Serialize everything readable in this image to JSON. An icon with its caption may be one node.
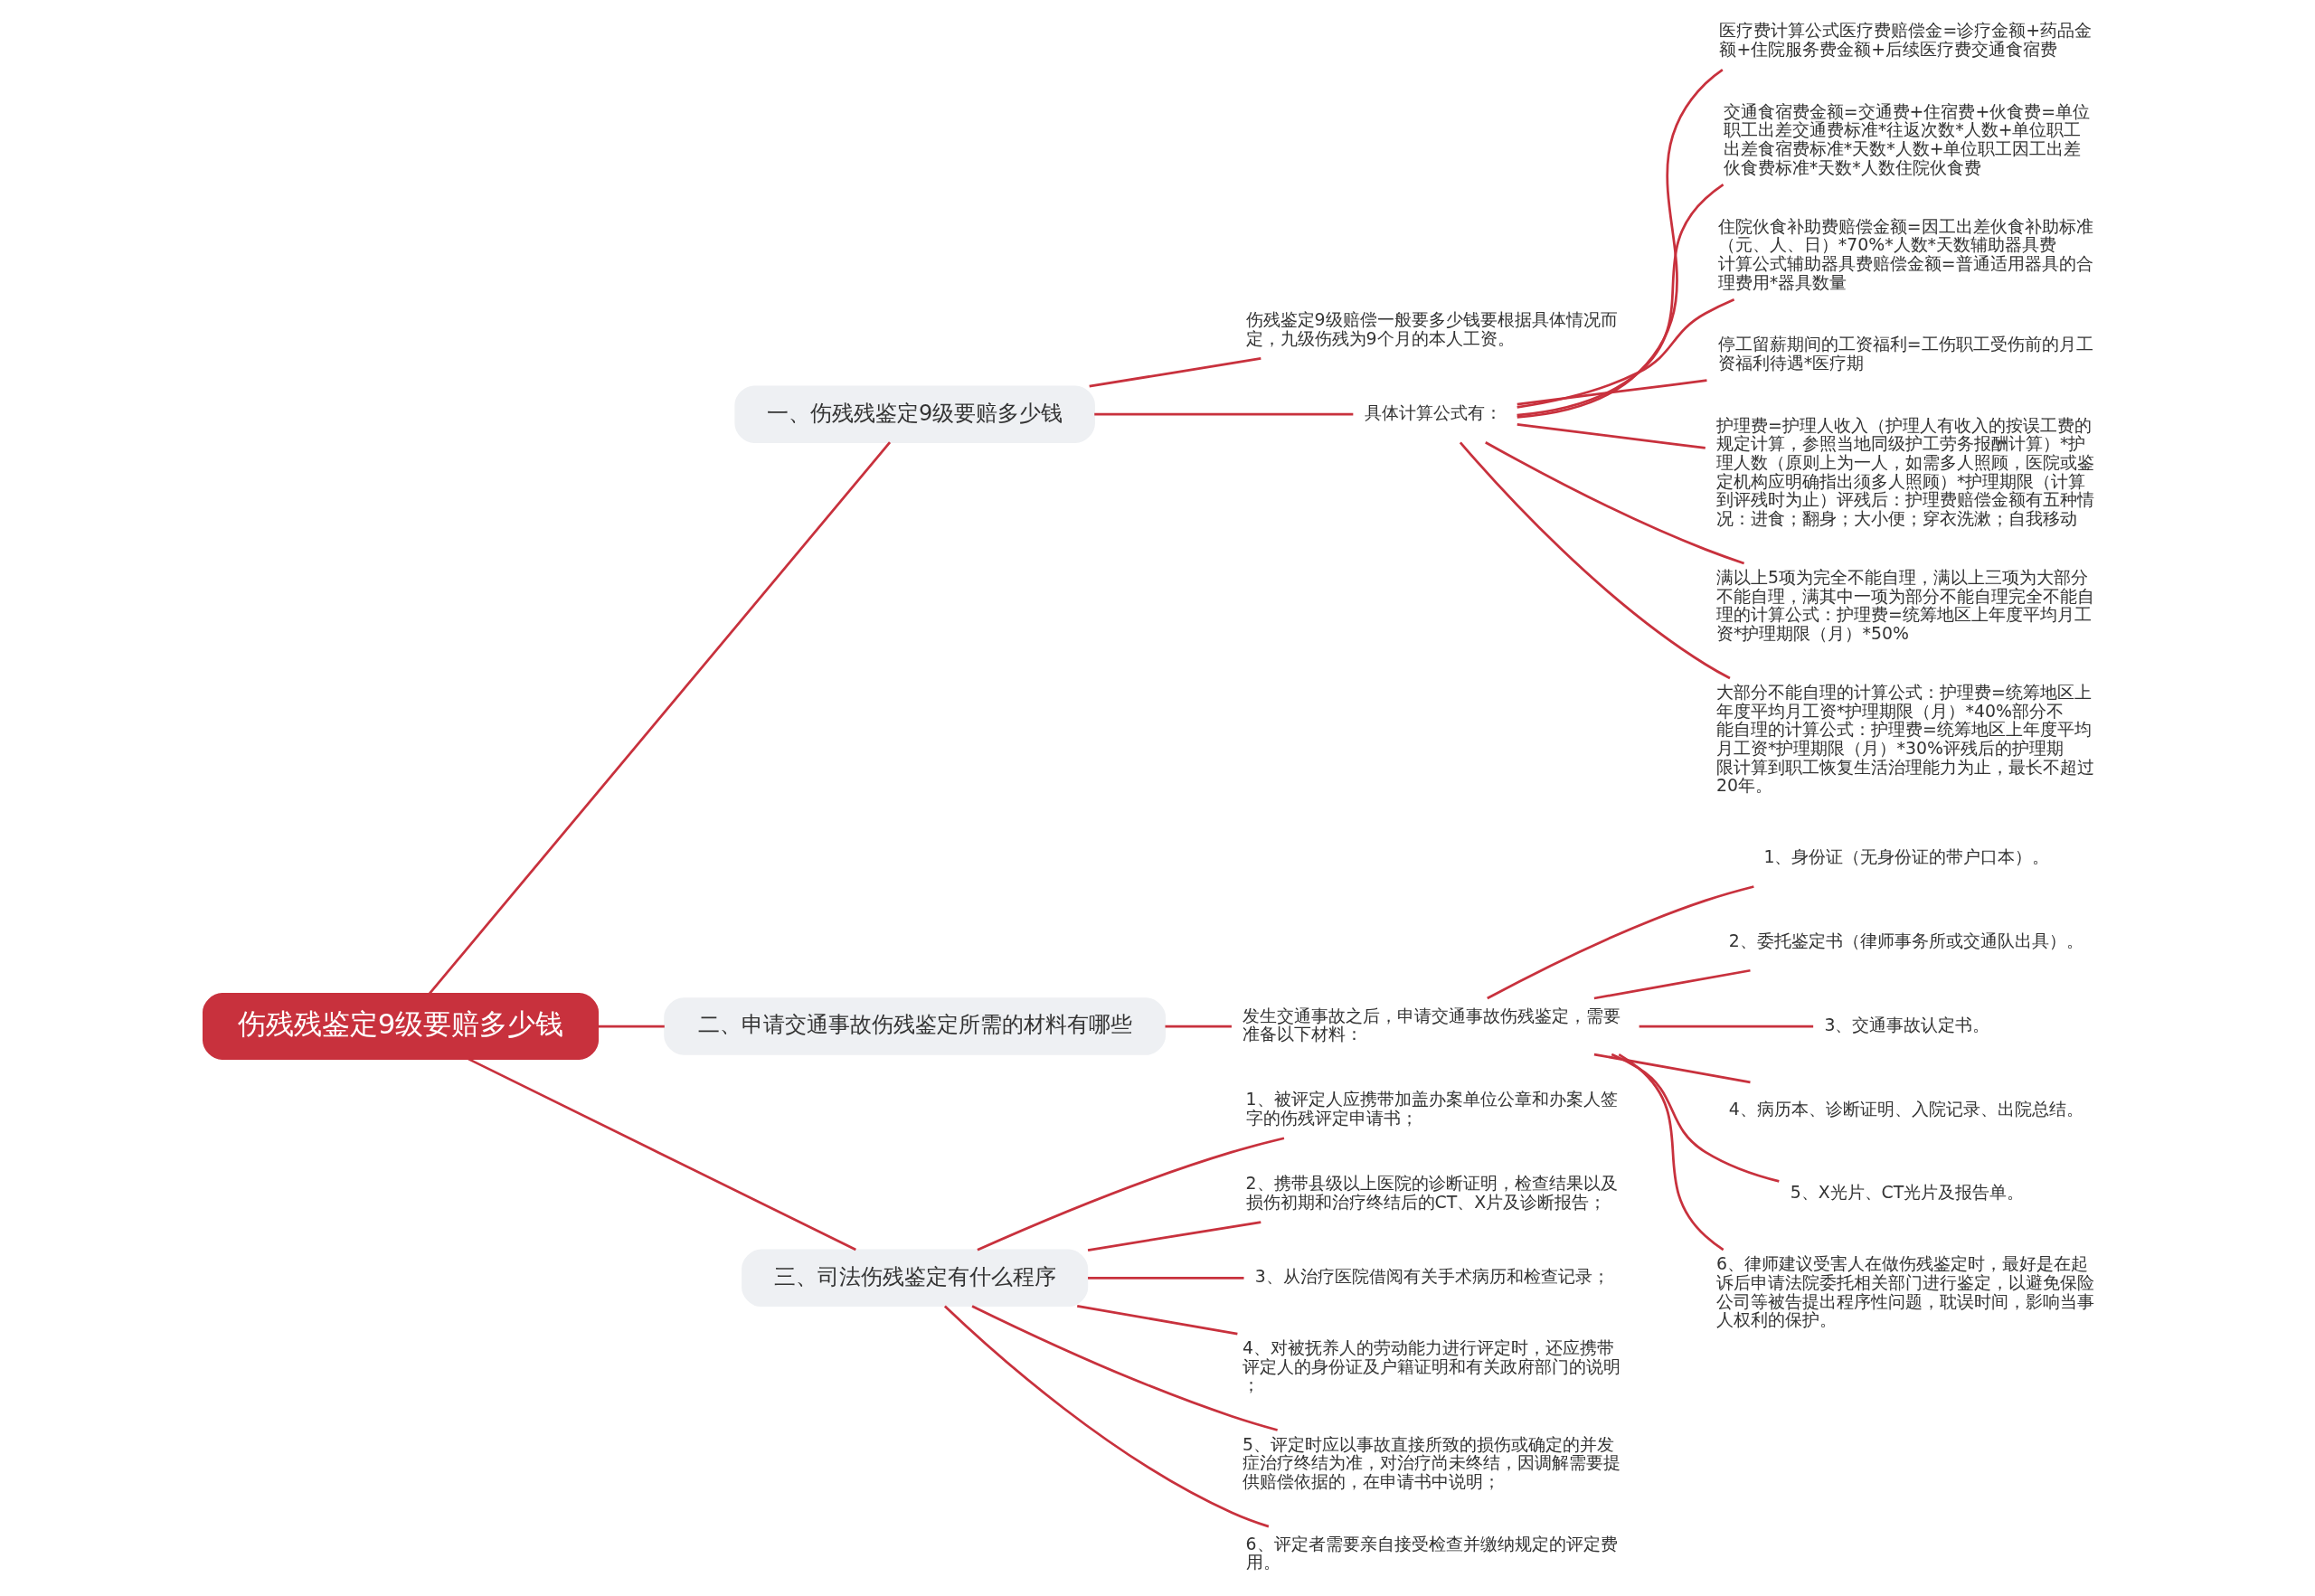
{
  "diagram": {
    "nodes": [
      {
        "text": [
          "伤残残鉴定9级要赔多少钱"
        ]
      },
      {
        "text": [
          "一、伤残残鉴定9级要赔多少钱"
        ]
      },
      {
        "text": [
          "伤残鉴定9级赔偿一般要多少钱要根据具体情况而定，九级伤残为9个月的本人工资。"
        ]
      },
      {
        "text": [
          "具体计算公式有："
        ]
      },
      {
        "text": [
          "医疗费计算公式医疗费赔偿金=诊疗金额+药品金额+住院服务费金额+后续医疗费交通食宿费"
        ]
      },
      {
        "text": [
          "交通食宿费金额=交通费+住宿费+伙食费=单位职工出差交通费标准*往返次数*人数+单位职工出差食宿费标准*天数*人数+单位职工因工出差伙食费标准*天数*人数住院伙食费"
        ]
      },
      {
        "text": [
          "住院伙食补助费赔偿金额=因工出差伙食补助标准（元、人、日）*70%*人数*天数辅助器具费计算公式辅助器具费赔偿金额=普通适用器具的合理费用*器具数量"
        ]
      },
      {
        "text": [
          "停工留薪期间的工资福利=工伤职工受伤前的月工资福利待遇*医疗期"
        ]
      },
      {
        "text": [
          "护理费=护理人收入（护理人有收入的按误工费的规定计算，参照当地同级护工劳务报酬计算）*护理人数（原则上为一人，如需多人照顾，医院或鉴定机构应明确指出须多人照顾）*护理期限（计算到评残时为止）评残后：护理费赔偿金额有五种情况：进食；翻身；大小便；穿衣洗漱；自我移动"
        ]
      },
      {
        "text": [
          "满以上5项为完全不能自理，满以上三项为大部分不能自理，满其中一项为部分不能自理完全不能自理的计算公式：护理费=统筹地区上年度平均月工资*护理期限（月）*50%"
        ]
      },
      {
        "text": [
          "大部分不能自理的计算公式：护理费=统筹地区上年度平均月工资*护理期限（月）*40%部分不能自理的计算公式：护理费=统筹地区上年度平均月工资*护理期限（月）*30%评残后的护理期限计算到职工恢复生活治理能力为止，最长不超过20年。"
        ]
      },
      {
        "text": [
          "二、申请交通事故伤残鉴定所需的材料有哪些"
        ]
      },
      {
        "text": [
          "发生交通事故之后，申请交通事故伤残鉴定，需要准备以下材料："
        ]
      },
      {
        "text": [
          "1、身份证（无身份证的带户口本）。"
        ]
      },
      {
        "text": [
          "2、委托鉴定书（律师事务所或交通队出具）。"
        ]
      },
      {
        "text": [
          "3、交通事故认定书。"
        ]
      },
      {
        "text": [
          "4、病历本、诊断证明、入院记录、出院总结。"
        ]
      },
      {
        "text": [
          "5、X光片、CT光片及报告单。"
        ]
      },
      {
        "text": [
          "6、律师建议受害人在做伤残鉴定时，最好是在起诉后申请法院委托相关部门进行鉴定，以避免保险公司等被告提出程序性问题，耽误时间，影响当事人权利的保护。"
        ]
      },
      {
        "text": [
          "三、司法伤残鉴定有什么程序"
        ]
      },
      {
        "text": [
          "1、被评定人应携带加盖办案单位公章和办案人签字的伤残评定申请书；"
        ]
      },
      {
        "text": [
          "2、携带县级以上医院的诊断证明，检查结果以及损伤初期和治疗终结后的CT、X片及诊断报告；"
        ]
      },
      {
        "text": [
          "3、从治疗医院借阅有关手术病历和检查记录；"
        ]
      },
      {
        "text": [
          "4、对被抚养人的劳动能力进行评定时，还应携带评定人的身份证及户籍证明和有关政府部门的说明；"
        ]
      },
      {
        "text": [
          "5、评定时应以事故直接所致的损伤或确定的并发症治疗终结为准，对治疗尚未终结，因调解需要提供赔偿依据的，在申请书中说明；"
        ]
      },
      {
        "text": [
          "6、评定者需要亲自接受检查并缴纳规定的评定费用。"
        ]
      }
    ],
    "edges": [
      {
        "from": 0,
        "to": 1,
        "arrow": "none"
      },
      {
        "from": 1,
        "to": 2,
        "arrow": "none"
      },
      {
        "from": 1,
        "to": 3,
        "arrow": "none"
      },
      {
        "from": 3,
        "to": 4,
        "arrow": "none"
      },
      {
        "from": 3,
        "to": 5,
        "arrow": "none"
      },
      {
        "from": 3,
        "to": 6,
        "arrow": "none"
      },
      {
        "from": 3,
        "to": 7,
        "arrow": "none"
      },
      {
        "from": 3,
        "to": 8,
        "arrow": "none"
      },
      {
        "from": 3,
        "to": 9,
        "arrow": "none"
      },
      {
        "from": 3,
        "to": 10,
        "arrow": "none"
      },
      {
        "from": 0,
        "to": 11,
        "arrow": "none"
      },
      {
        "from": 11,
        "to": 12,
        "arrow": "none"
      },
      {
        "from": 12,
        "to": 13,
        "arrow": "none"
      },
      {
        "from": 12,
        "to": 14,
        "arrow": "none"
      },
      {
        "from": 12,
        "to": 15,
        "arrow": "none"
      },
      {
        "from": 12,
        "to": 16,
        "arrow": "none"
      },
      {
        "from": 12,
        "to": 17,
        "arrow": "none"
      },
      {
        "from": 12,
        "to": 18,
        "arrow": "none"
      },
      {
        "from": 0,
        "to": 19,
        "arrow": "none"
      },
      {
        "from": 19,
        "to": 20,
        "arrow": "none"
      },
      {
        "from": 19,
        "to": 21,
        "arrow": "none"
      },
      {
        "from": 19,
        "to": 22,
        "arrow": "none"
      },
      {
        "from": 19,
        "to": 23,
        "arrow": "none"
      },
      {
        "from": 19,
        "to": 24,
        "arrow": "none"
      },
      {
        "from": 19,
        "to": 25,
        "arrow": "none"
      }
    ]
  }
}
